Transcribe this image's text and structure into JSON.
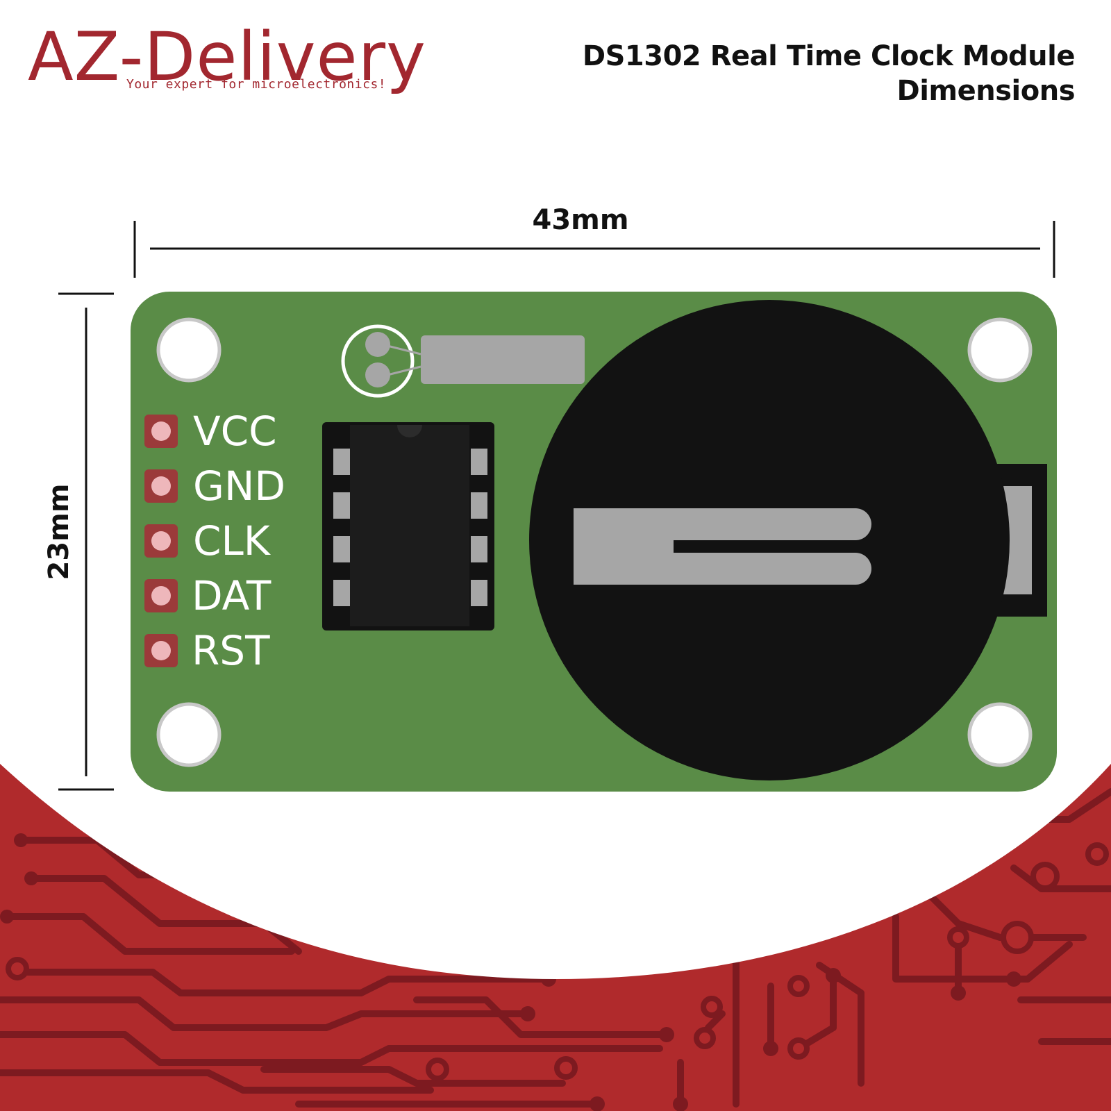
{
  "brand": {
    "logo_text": "AZ-Delivery",
    "tagline": "Your expert for microelectronics!"
  },
  "header": {
    "title_line1": "DS1302 Real Time Clock Module",
    "title_line2": "Dimensions"
  },
  "dimensions": {
    "width_label": "43mm",
    "height_label": "23mm"
  },
  "pins": [
    "VCC",
    "GND",
    "CLK",
    "DAT",
    "RST"
  ],
  "colors": {
    "brand_red": "#a2272f",
    "background_red": "#b02a2c",
    "circuit_trace": "#7d1a20",
    "pcb_green": "#5a8c47",
    "component_black": "#121212",
    "metal_gray": "#a6a6a6",
    "pad_pink": "#eeb7bb"
  }
}
